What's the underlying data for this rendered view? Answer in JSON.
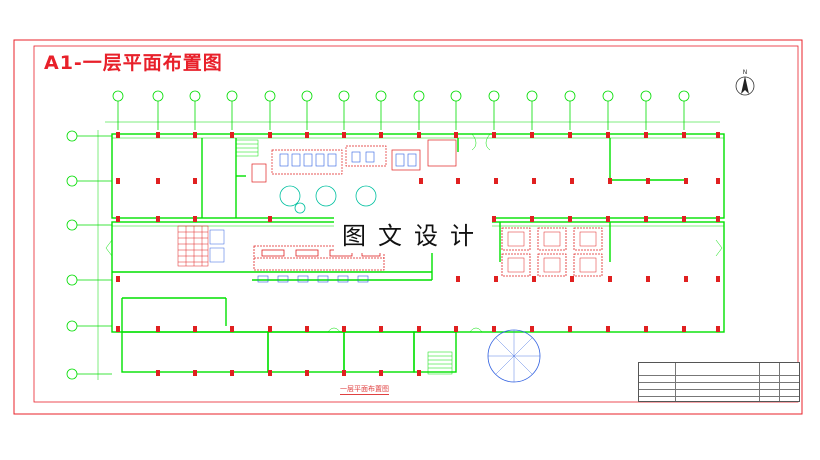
{
  "drawing": {
    "title": "A1-一层平面布置图",
    "watermark": "图文设计",
    "caption": "一层平面布置图"
  },
  "colors": {
    "frame": "#e8202a",
    "walls": "#00e000",
    "grid_axis": "#00dd00",
    "equipment": "#e02020",
    "columns": "#e02020",
    "text": "#111111"
  },
  "icons": [
    "north-arrow-icon",
    "round-tank-icon",
    "staircase-icon"
  ]
}
